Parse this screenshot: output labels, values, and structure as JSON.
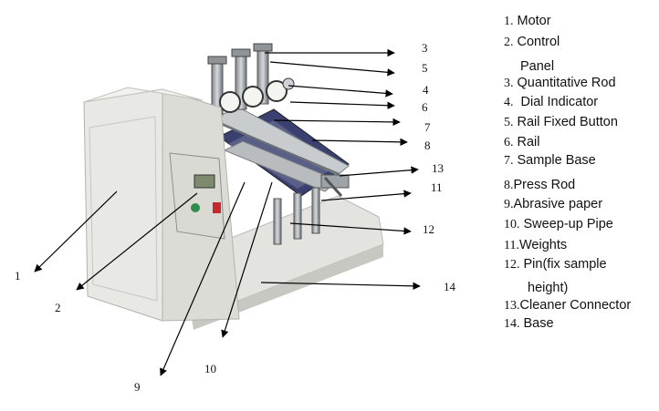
{
  "legend": {
    "items": [
      {
        "num": "1.",
        "name": "Motor"
      },
      {
        "num": "2.",
        "name": "Control",
        "name_cont": "Panel"
      },
      {
        "num": "3.",
        "name": "Quantitative Rod"
      },
      {
        "num": "4.",
        "name": "Dial Indicator"
      },
      {
        "num": "5.",
        "name": "Rail Fixed Button"
      },
      {
        "num": "6.",
        "name": "Rail"
      },
      {
        "num": "7.",
        "name": "Sample Base"
      },
      {
        "num": "8.",
        "name": "Press Rod"
      },
      {
        "num": "9.",
        "name": "Abrasive paper"
      },
      {
        "num": "10.",
        "name": "Sweep-up Pipe"
      },
      {
        "num": "11.",
        "name": "Weights"
      },
      {
        "num": "12.",
        "name": "Pin(fix sample",
        "name_cont": "height)"
      },
      {
        "num": "13.",
        "name": "Cleaner Connector"
      },
      {
        "num": "14.",
        "name": "Base"
      }
    ]
  },
  "callouts": [
    "1",
    "2",
    "3",
    "4",
    "5",
    "6",
    "7",
    "8",
    "9",
    "10",
    "11",
    "12",
    "13",
    "14"
  ],
  "colors": {
    "cabinet": "#e8e8e4",
    "cabinet_shade": "#cfcfca",
    "panel": "#d9dad4",
    "display": "#7d8a6e",
    "button_green": "#2f8c4a",
    "button_red": "#c7282c",
    "rail_blue": "#2b3d8f",
    "metal": "#9ea3a8",
    "arrow": "#000000"
  }
}
